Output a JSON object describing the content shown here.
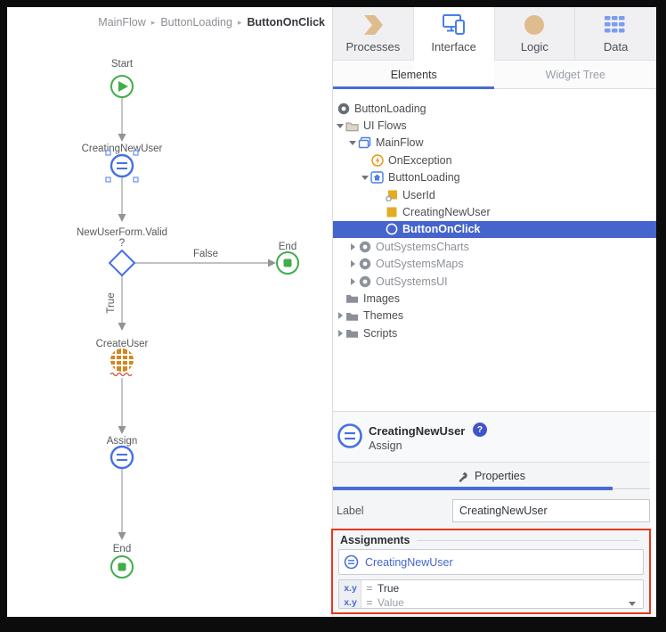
{
  "breadcrumb": {
    "items": [
      "MainFlow",
      "ButtonLoading",
      "ButtonOnClick"
    ],
    "separator": "▸"
  },
  "flow": {
    "start_label": "Start",
    "assign1_label": "CreatingNewUser",
    "decision_label": "NewUserForm.Valid",
    "decision_q": "?",
    "false_label": "False",
    "end_false_label": "End",
    "true_label": "True",
    "create_user_label": "CreateUser",
    "assign2_label": "Assign",
    "end_label": "End"
  },
  "top_tabs": {
    "processes": "Processes",
    "interface": "Interface",
    "logic": "Logic",
    "data": "Data"
  },
  "panel_tabs": {
    "elements": "Elements",
    "widget_tree": "Widget Tree"
  },
  "tree": {
    "items": [
      {
        "label": "ButtonLoading"
      },
      {
        "label": "UI Flows"
      },
      {
        "label": "MainFlow"
      },
      {
        "label": "OnException"
      },
      {
        "label": "ButtonLoading"
      },
      {
        "label": "UserId"
      },
      {
        "label": "CreatingNewUser"
      },
      {
        "label": "ButtonOnClick"
      },
      {
        "label": "OutSystemsCharts"
      },
      {
        "label": "OutSystemsMaps"
      },
      {
        "label": "OutSystemsUI"
      },
      {
        "label": "Images"
      },
      {
        "label": "Themes"
      },
      {
        "label": "Scripts"
      }
    ]
  },
  "properties": {
    "title": "CreatingNewUser",
    "help_badge": "?",
    "subtitle": "Assign",
    "tab_label": "Properties",
    "label_field_label": "Label",
    "label_field_value": "CreatingNewUser",
    "assignments": {
      "header": "Assignments",
      "variable": "CreatingNewUser",
      "rows": [
        {
          "chip": "x.y",
          "op": "=",
          "value": "True"
        },
        {
          "chip": "x.y",
          "op": "=",
          "value": "Value"
        }
      ]
    }
  },
  "colors": {
    "accent_blue": "#4565cd",
    "node_blue": "#4571e6",
    "node_green": "#3fae49",
    "exception_orange": "#e8920c",
    "variable_yellow": "#e4ab25",
    "server_action_orange": "#d4871f",
    "highlight_red": "#e2391d",
    "tan_icon": "#dfbc8e",
    "data_icon_blue": "#7d9bf0",
    "arrow_gray": "#9aa0a6"
  }
}
